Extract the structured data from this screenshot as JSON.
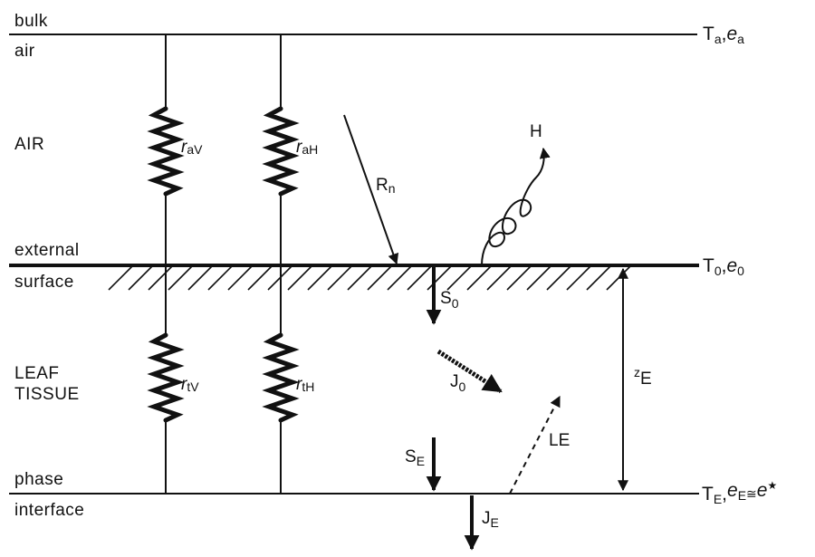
{
  "layers": {
    "bulk": "bulk",
    "air_small": "air",
    "air": "AIR",
    "external": "external",
    "surface": "surface",
    "leaf": "LEAF",
    "tissue": "TISSUE",
    "phase": "phase",
    "interface": "interface"
  },
  "right_labels": {
    "top": {
      "T": "T",
      "T_sub": "a",
      "sep": ",",
      "e": "e",
      "e_sub": "a"
    },
    "surface": {
      "T": "T",
      "T_sub": "0",
      "sep": ",",
      "e": "e",
      "e_sub": "0"
    },
    "interface": {
      "T": "T",
      "T_sub": "E",
      "sep": ",",
      "e": "e",
      "e_sub": "E",
      "approx": "≅",
      "estar": "e",
      "star": "★"
    }
  },
  "resistors": {
    "raV": {
      "r": "r",
      "sub": "aV"
    },
    "raH": {
      "r": "r",
      "sub": "aH"
    },
    "rtV": {
      "r": "r",
      "sub": "tV"
    },
    "rtH": {
      "r": "r",
      "sub": "tH"
    }
  },
  "fluxes": {
    "Rn": {
      "main": "R",
      "sub": "n"
    },
    "H": "H",
    "S0": {
      "main": "S",
      "sub": "0"
    },
    "J0": {
      "main": "J",
      "sub": "0"
    },
    "zE": {
      "main": "z",
      "sub": "E"
    },
    "SE": {
      "main": "S",
      "sub": "E"
    },
    "LE": "LE",
    "JE": {
      "main": "J",
      "sub": "E"
    }
  }
}
